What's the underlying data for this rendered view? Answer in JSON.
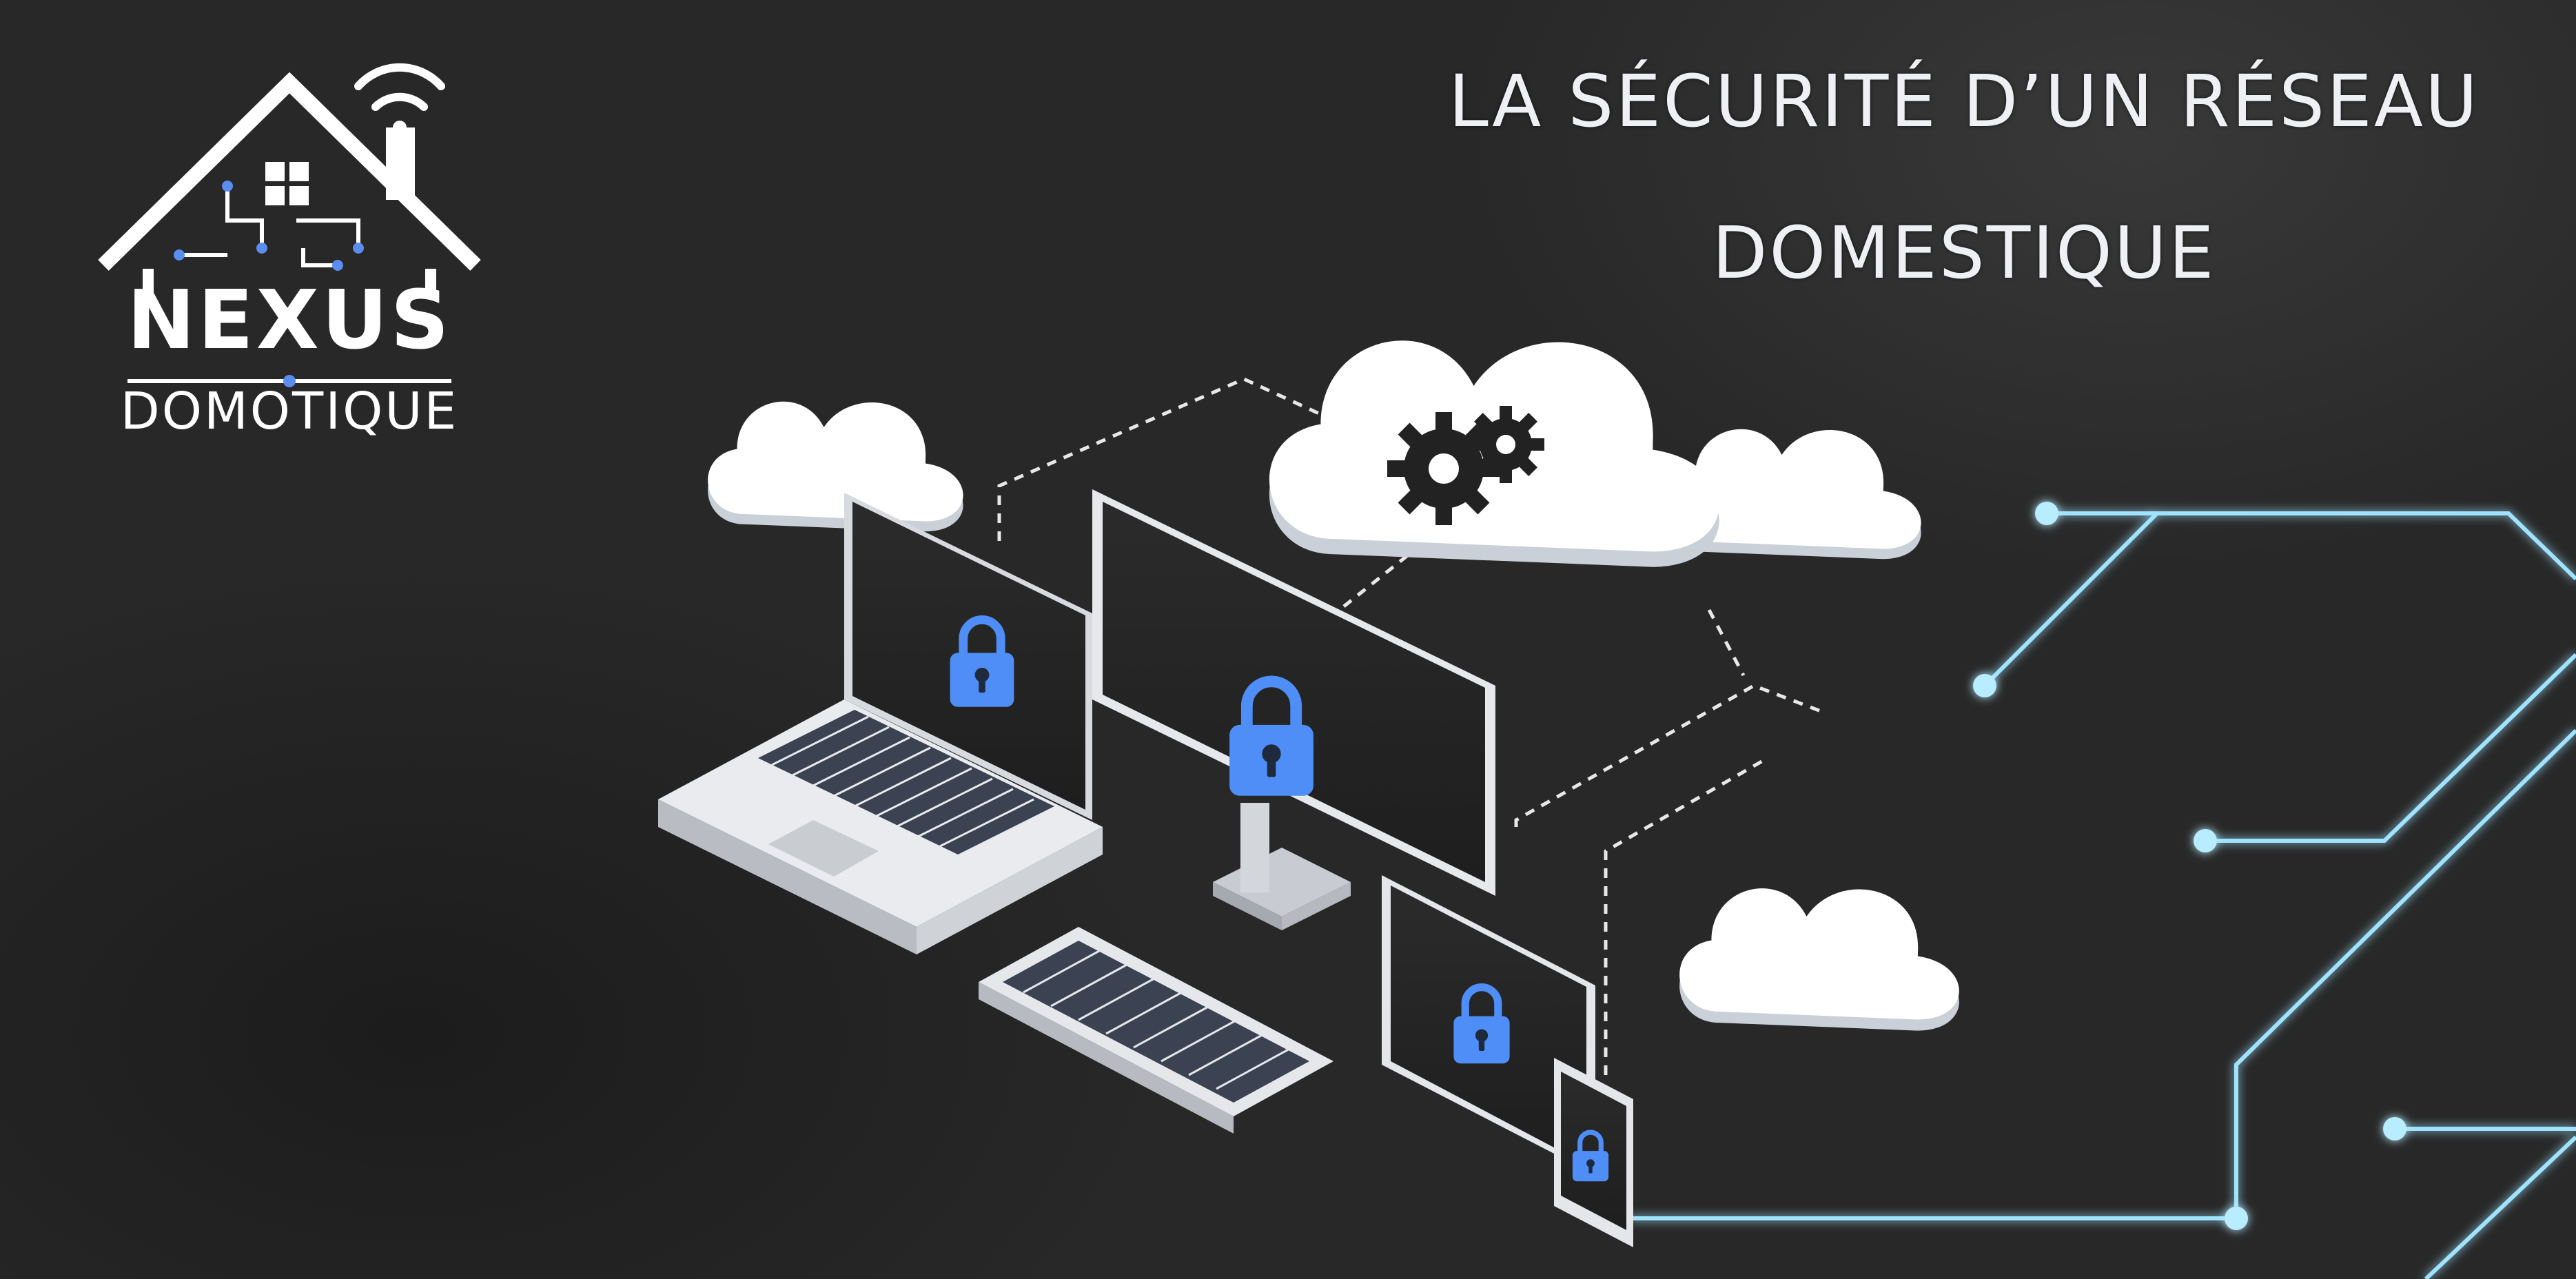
{
  "brand": {
    "name": "NEXUS",
    "subtitle": "DOMOTIQUE",
    "accent_color": "#5b8def"
  },
  "headline": {
    "line1": "LA SÉCURITÉ D’UN RÉSEAU",
    "line2": "DOMESTIQUE"
  },
  "illustration": {
    "devices": [
      "laptop",
      "desktop-monitor",
      "keyboard",
      "tablet",
      "smartphone"
    ],
    "icons": [
      "padlock-icon",
      "gears-icon",
      "cloud-icon",
      "wifi-icon",
      "house-icon"
    ],
    "lock_color": "#4f8ef7",
    "circuit_color": "#9fe3ff"
  }
}
